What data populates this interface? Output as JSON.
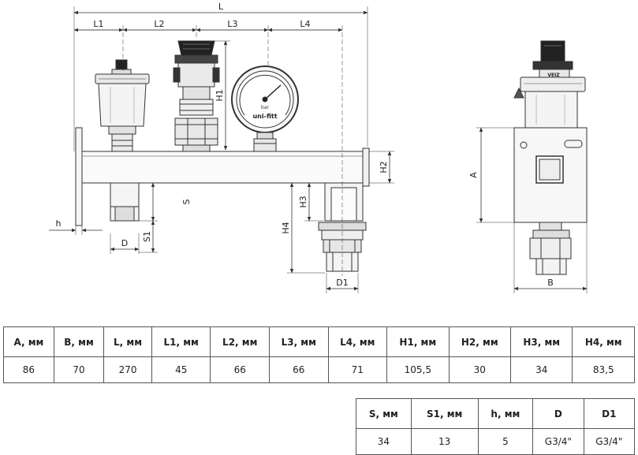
{
  "dims": {
    "L": "L",
    "L1": "L1",
    "L2": "L2",
    "L3": "L3",
    "L4": "L4",
    "H1": "H1",
    "H2": "H2",
    "H3": "H3",
    "H4": "H4",
    "S": "S",
    "S1": "S1",
    "h": "h",
    "D": "D",
    "D1": "D1",
    "A": "A",
    "B": "B"
  },
  "gauge": {
    "brand": "uni-fitt",
    "unit": "bar"
  },
  "vent_label": "VEIZ",
  "table1": {
    "headers": [
      "A, мм",
      "B, мм",
      "L, мм",
      "L1, мм",
      "L2, мм",
      "L3, мм",
      "L4, мм",
      "H1, мм",
      "H2, мм",
      "H3, мм",
      "H4, мм"
    ],
    "values": [
      "86",
      "70",
      "270",
      "45",
      "66",
      "66",
      "71",
      "105,5",
      "30",
      "34",
      "83,5"
    ]
  },
  "table2": {
    "headers": [
      "S, мм",
      "S1, мм",
      "h, мм",
      "D",
      "D1"
    ],
    "values": [
      "34",
      "13",
      "5",
      "G3/4\"",
      "G3/4\""
    ]
  }
}
